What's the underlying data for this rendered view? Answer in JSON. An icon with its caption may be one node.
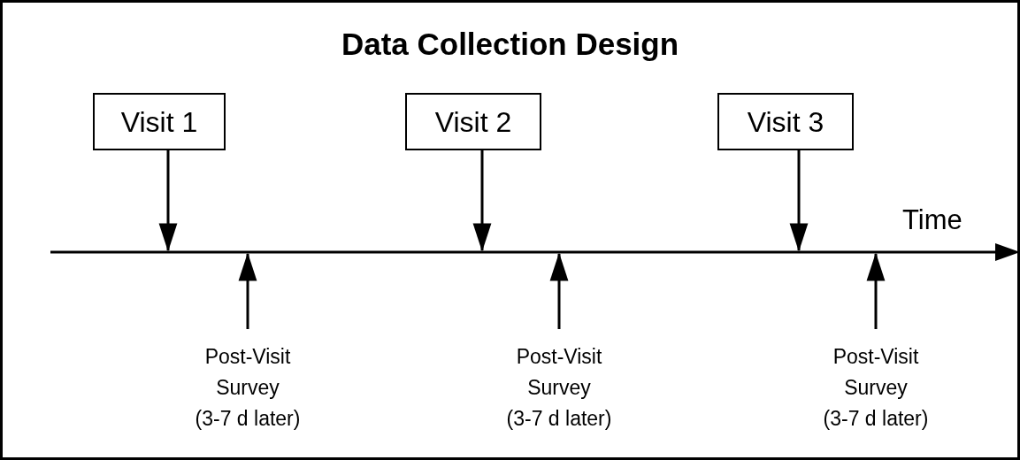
{
  "diagram": {
    "title": "Data Collection Design",
    "nodes": [
      {
        "text": [
          "Visit 1"
        ]
      },
      {
        "text": [
          "Visit 2"
        ]
      },
      {
        "text": [
          "Visit 3"
        ]
      },
      {
        "text": [
          "Post-Visit Survey (3-7 d later)"
        ]
      },
      {
        "text": [
          "Post-Visit Survey (3-7 d later)"
        ]
      },
      {
        "text": [
          "Post-Visit Survey (3-7 d later)"
        ]
      },
      {
        "text": [],
        "shape": "line"
      }
    ],
    "edges": [
      {
        "from": 0,
        "to": 6,
        "arrow": "to"
      },
      {
        "from": 1,
        "to": 6,
        "arrow": "to"
      },
      {
        "from": 2,
        "to": 6,
        "arrow": "to"
      },
      {
        "from": 3,
        "to": 6,
        "arrow": "to"
      },
      {
        "from": 4,
        "to": 6,
        "arrow": "to"
      },
      {
        "from": 5,
        "to": 6,
        "arrow": "to"
      }
    ],
    "labels": [
      "Time"
    ]
  }
}
